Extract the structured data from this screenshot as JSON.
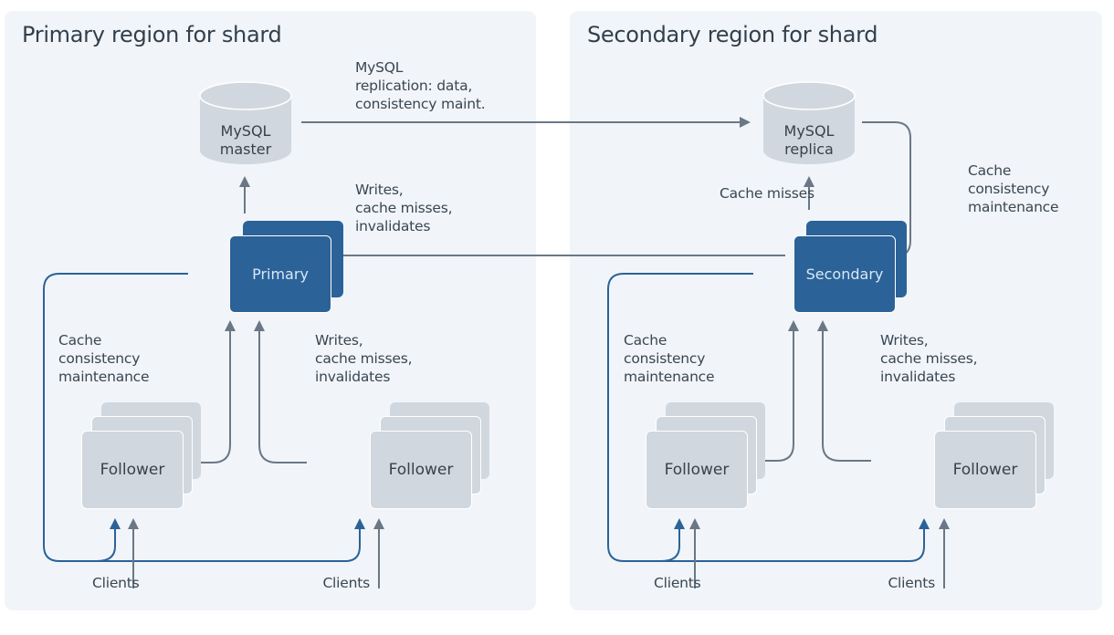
{
  "colors": {
    "panel_bg": "#f1f5f9",
    "cache_node_blue": "#2b6298",
    "follower_gray": "#d1d7de",
    "arrow_gray": "#6b7786",
    "arrow_blue": "#2b6298",
    "text": "#36424e"
  },
  "regions": {
    "primary": {
      "title": "Primary region for shard",
      "database": {
        "name": "MySQL\nmaster",
        "icon": "database-cylinder-icon"
      },
      "cache_node": {
        "label": "Primary"
      },
      "labels": {
        "replication": "MySQL\nreplication: data,\nconsistency maint.",
        "writes_to_db": "Writes,\ncache misses,\ninvalidates",
        "cache_consistency": "Cache\nconsistency\nmaintenance",
        "writes_from_followers": "Writes,\ncache misses,\ninvalidates"
      },
      "followers": [
        {
          "label": "Follower",
          "clients_label": "Clients"
        },
        {
          "label": "Follower",
          "clients_label": "Clients"
        }
      ]
    },
    "secondary": {
      "title": "Secondary region for shard",
      "database": {
        "name": "MySQL\nreplica",
        "icon": "database-cylinder-icon"
      },
      "cache_node": {
        "label": "Secondary"
      },
      "labels": {
        "cache_misses": "Cache misses",
        "replica_consistency": "Cache\nconsistency\nmaintenance",
        "cache_consistency": "Cache\nconsistency\nmaintenance",
        "writes_from_followers": "Writes,\ncache misses,\ninvalidates"
      },
      "followers": [
        {
          "label": "Follower",
          "clients_label": "Clients"
        },
        {
          "label": "Follower",
          "clients_label": "Clients"
        }
      ]
    },
    "cross_region": {
      "secondary_to_primary": "Writes, cache misses, invalidates"
    }
  }
}
